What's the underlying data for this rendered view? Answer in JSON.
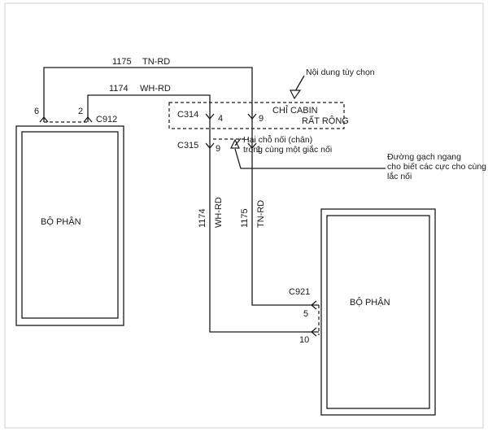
{
  "components": {
    "left_label": "BỘ PHẬN",
    "right_label": "BỘ PHẬN"
  },
  "wires": {
    "top_circuit": "1175",
    "top_color": "TN-RD",
    "second_circuit": "1174",
    "second_color": "WH-RD",
    "vertical_circuit_a": "1174",
    "vertical_color_a": "WH-RD",
    "vertical_circuit_b": "1175",
    "vertical_color_b": "TN-RD"
  },
  "connectors": {
    "c912": "C912",
    "c314": "C314",
    "c315": "C315",
    "c921": "C921"
  },
  "pins": {
    "c912_pin_a": "6",
    "c912_pin_b": "2",
    "c314_pin_a": "4",
    "c314_pin_b": "9",
    "c315_pin_a": "9",
    "c315_pin_b": "1",
    "c921_pin_a": "5",
    "c921_pin_b": "10"
  },
  "annotations": {
    "optional_content": "Nội dung tùy chọn",
    "cabin_line1": "CHỈ CABIN",
    "cabin_line2": "RẤT RỘNG",
    "two_pins_line1": "Hai chỗ nối (chân)",
    "two_pins_line2": "trong cùng một giắc nối",
    "dashed_line1": "Đường gạch ngang",
    "dashed_line2": "cho biết các cực cho cùng",
    "dashed_line3": "lắc nối"
  }
}
